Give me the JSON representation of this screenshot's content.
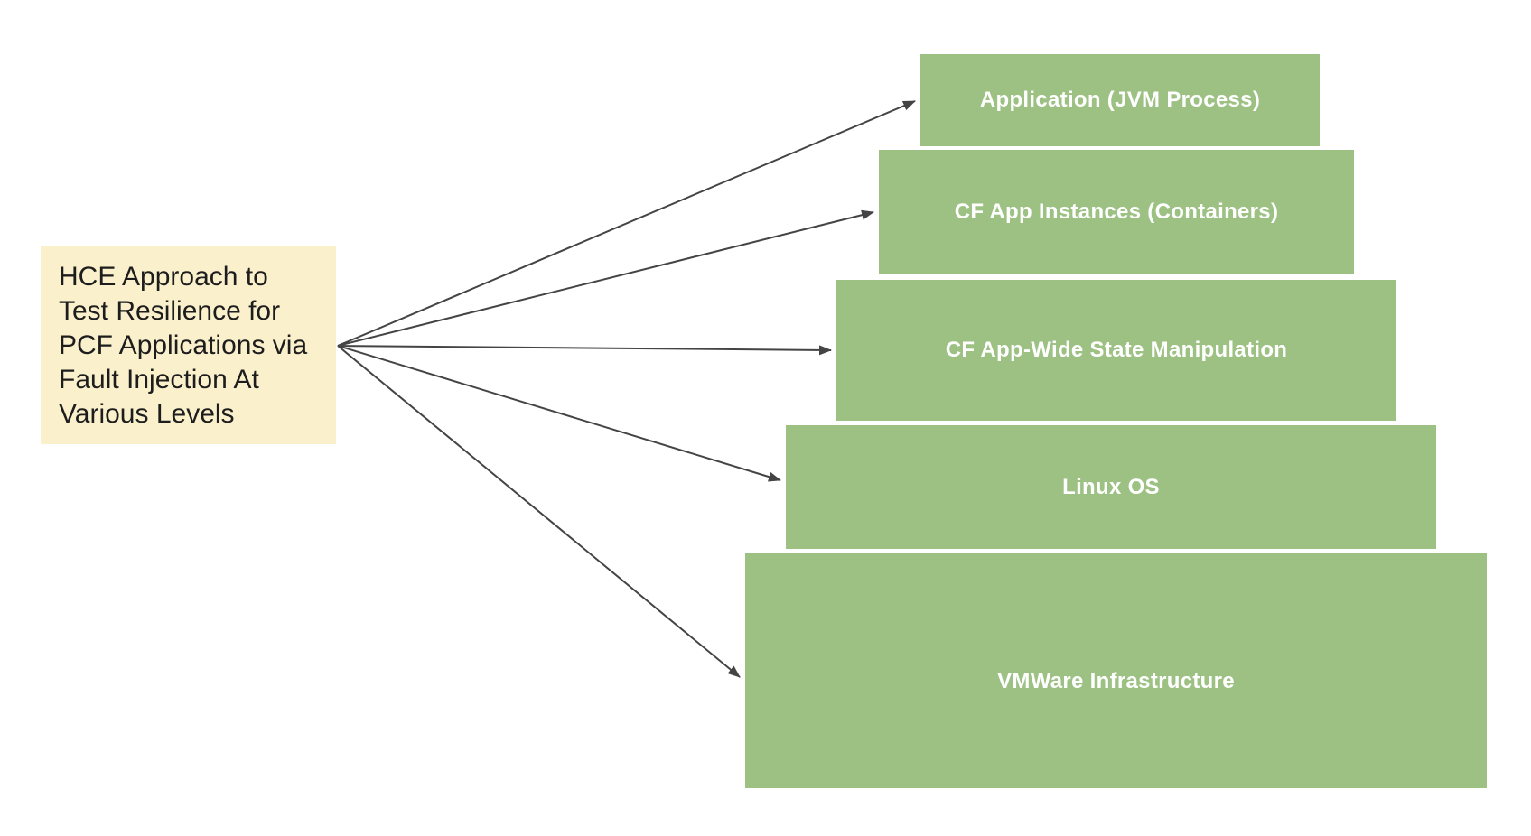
{
  "note": {
    "text": "HCE Approach to\nTest Resilience for\nPCF Applications via\nFault Injection At\nVarious Levels",
    "bg_color": "#FAF0CC",
    "text_color": "#1D1D1D"
  },
  "levels": [
    {
      "label": "Application (JVM Process)"
    },
    {
      "label": "CF App Instances (Containers)"
    },
    {
      "label": "CF App-Wide State Manipulation"
    },
    {
      "label": "Linux OS"
    },
    {
      "label": "VMWare Infrastructure"
    }
  ],
  "colors": {
    "level_box_fill": "#9CC183",
    "level_label_text": "#FFFFFF",
    "note_fill": "#FAF0CC",
    "note_text": "#1D1D1D",
    "arrow": "#444444",
    "background": "#FFFFFF"
  }
}
